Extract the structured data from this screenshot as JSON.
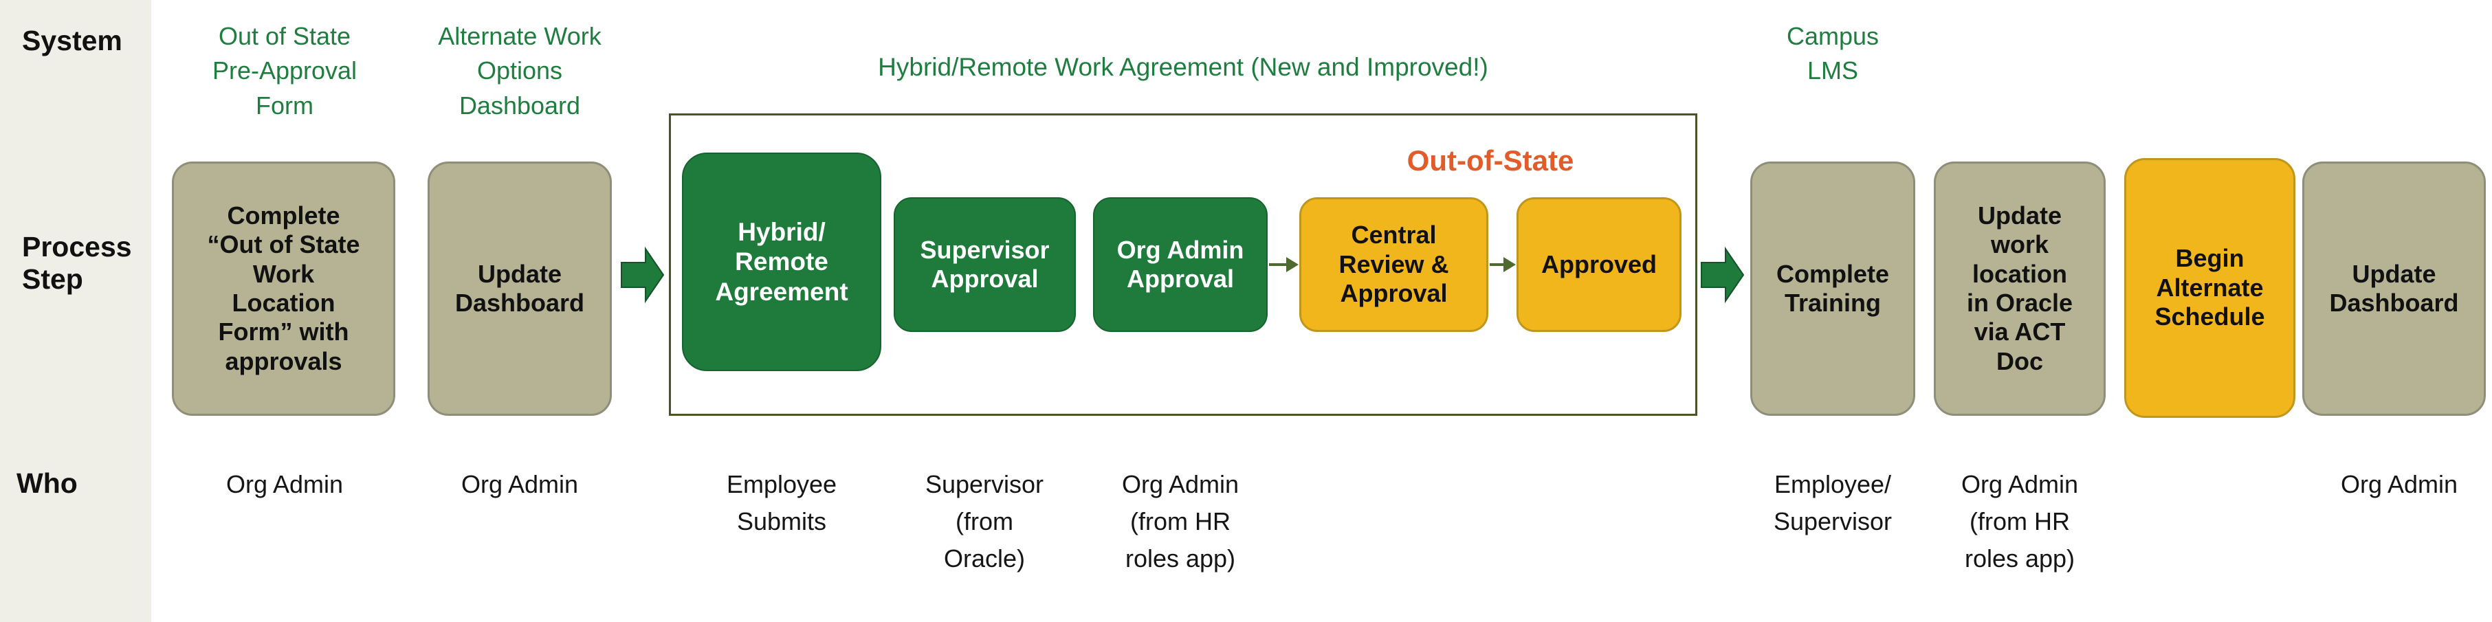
{
  "colors": {
    "background": "#ffffff",
    "label_band": "#f0efe7",
    "green_box": "#1e7b3c",
    "tan_box": "#b5b394",
    "tan_border": "#8e8e79",
    "yellow_box": "#f2b61d",
    "yellow_border": "#c0961b",
    "container_border": "#4b5327",
    "heading_green": "#1f7d40",
    "orange_label": "#e25c2a",
    "arrow_green": "#1e7b3c",
    "connector_olive": "#4f6a2e",
    "text_dark": "#111111"
  },
  "row_labels": {
    "system": "System",
    "process_step": "Process\nStep",
    "who": "Who"
  },
  "system_row": {
    "out_of_state_form": "Out of State\nPre-Approval\nForm",
    "alternate_dashboard": "Alternate Work\nOptions\nDashboard",
    "hybrid_agreement_title": "Hybrid/Remote Work Agreement (New and Improved!)",
    "campus_lms": "Campus\nLMS"
  },
  "process_row": {
    "complete_oos_form": "Complete\n“Out of State\nWork\nLocation\nForm” with\napprovals",
    "update_dashboard_1": "Update\nDashboard",
    "hybrid_remote_agreement": "Hybrid/\nRemote\nAgreement",
    "supervisor_approval": "Supervisor\nApproval",
    "org_admin_approval": "Org Admin\nApproval",
    "out_of_state_label": "Out-of-State",
    "central_review_approval": "Central\nReview &\nApproval",
    "approved": "Approved",
    "complete_training": "Complete\nTraining",
    "update_work_location": "Update\nwork\nlocation\nin Oracle\nvia ACT\nDoc",
    "begin_alternate_schedule": "Begin\nAlternate\nSchedule",
    "update_dashboard_2": "Update\nDashboard"
  },
  "who_row": {
    "who_1": "Org Admin",
    "who_2": "Org Admin",
    "who_3": "Employee\nSubmits",
    "who_4": "Supervisor\n(from\nOracle)",
    "who_5": "Org Admin\n(from HR\nroles app)",
    "who_6": "Employee/\nSupervisor",
    "who_7": "Org Admin\n(from HR\nroles app)",
    "who_8": "Org Admin"
  }
}
